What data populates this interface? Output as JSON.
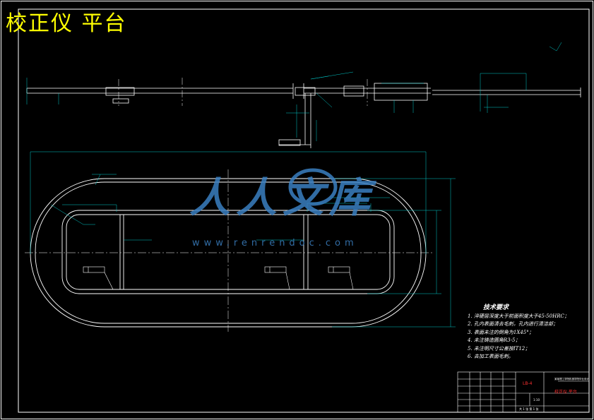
{
  "title": "校正仪  平台",
  "watermark": {
    "text": "人人文库",
    "url": "www.renrendoc.com",
    "color": "#3a7fc1"
  },
  "colors": {
    "background": "#000000",
    "frame": "#ffffff",
    "title": "#ffff00",
    "dim": "#00c8c8",
    "red_text": "#ff3030",
    "hidden_line": "#ff3030"
  },
  "tech_requirements": {
    "heading": "技术要求",
    "items": [
      "1. 淬硬层深度大于前面积度大于45-50HRC；",
      "2. 孔内表面清去毛刺，孔内进行清洁部；",
      "3. 表面未注的倒角为1X45°；",
      "4. 未注铸造圆角R3-5；",
      "5. 未注明尺寸公差按IT12；",
      "6. 去加工表面毛刺。"
    ]
  },
  "title_block": {
    "drawing_name": "校正仪 平台",
    "red_code": "LB-4",
    "school": "某某理工学院机械学院毕业设计",
    "scale": "1:10",
    "sheet_info": "共 1 张  第 1 张"
  }
}
